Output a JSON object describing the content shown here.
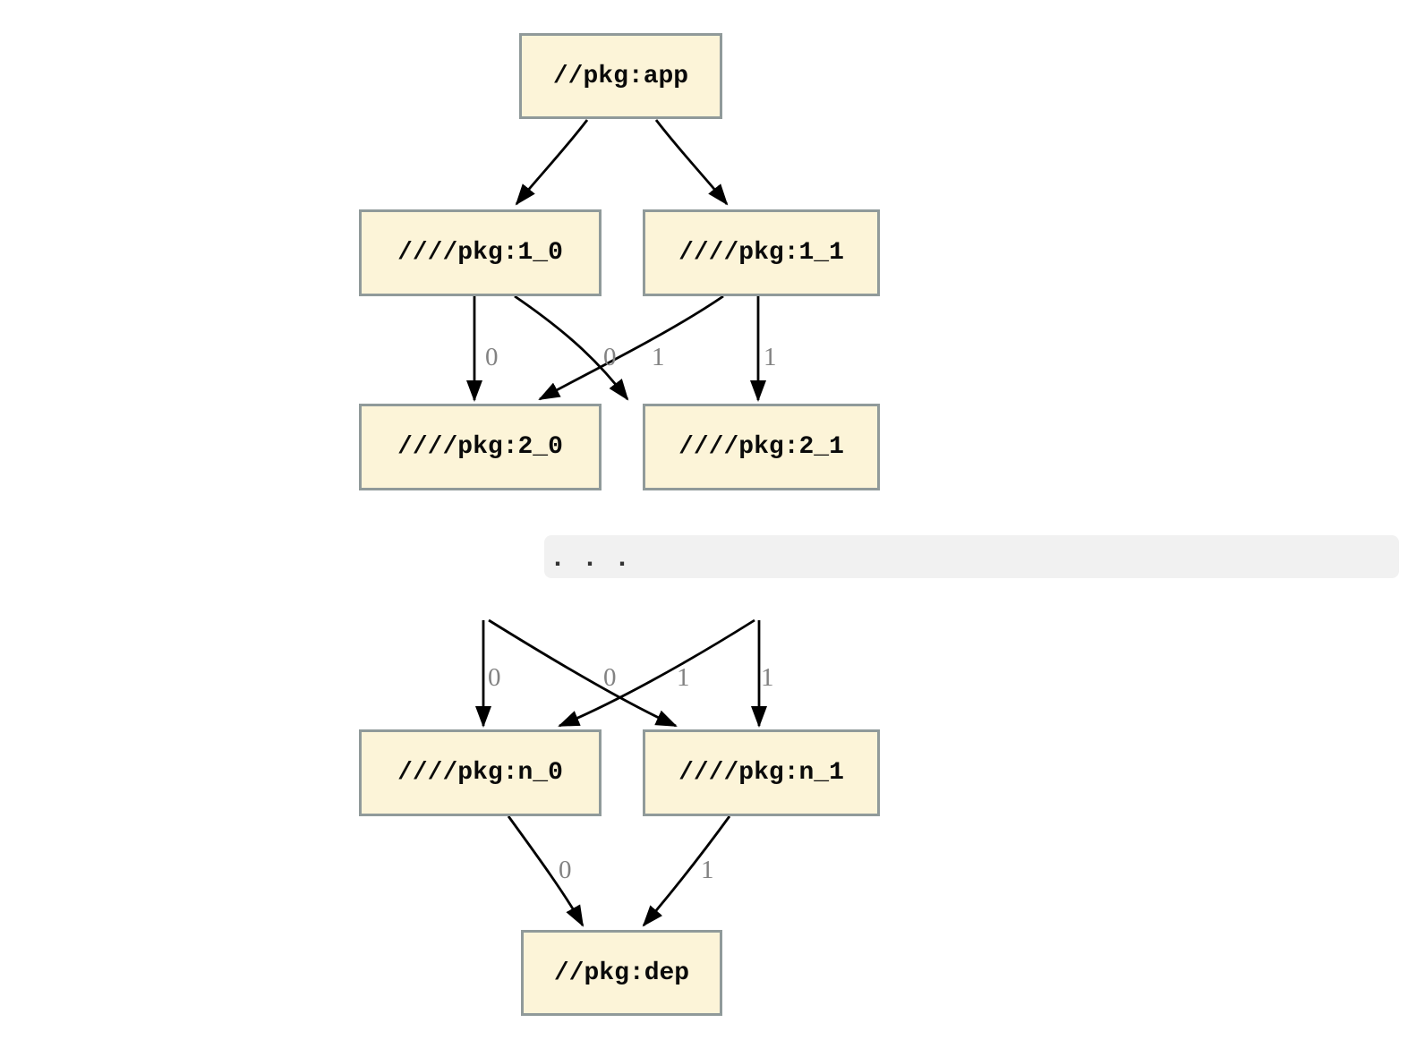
{
  "diagram": {
    "type": "dependency-graph",
    "colors": {
      "background": "#FFFFFF",
      "node_fill": "#FCF4D8",
      "node_border": "#909A9A",
      "edge": "#000000",
      "edge_label": "#828282",
      "separator_bg": "#F1F1F1"
    },
    "nodes": [
      {
        "id": "app",
        "label": "//pkg:app"
      },
      {
        "id": "1_0",
        "label": "////pkg:1_0"
      },
      {
        "id": "1_1",
        "label": "////pkg:1_1"
      },
      {
        "id": "2_0",
        "label": "////pkg:2_0"
      },
      {
        "id": "2_1",
        "label": "////pkg:2_1"
      },
      {
        "id": "n_0",
        "label": "////pkg:n_0"
      },
      {
        "id": "n_1",
        "label": "////pkg:n_1"
      },
      {
        "id": "dep",
        "label": "//pkg:dep"
      }
    ],
    "separator": {
      "label": ". . ."
    },
    "edges": [
      {
        "from": "app",
        "to": "1_0",
        "label": ""
      },
      {
        "from": "app",
        "to": "1_1",
        "label": ""
      },
      {
        "from": "1_0",
        "to": "2_0",
        "label": "0"
      },
      {
        "from": "1_0",
        "to": "2_1",
        "label": "1"
      },
      {
        "from": "1_1",
        "to": "2_0",
        "label": "0"
      },
      {
        "from": "1_1",
        "to": "2_1",
        "label": "1"
      },
      {
        "from": "...",
        "to": "n_0",
        "label": "0"
      },
      {
        "from": "...",
        "to": "n_1",
        "label": "1"
      },
      {
        "from": "...",
        "to": "n_0",
        "label": "0"
      },
      {
        "from": "...",
        "to": "n_1",
        "label": "1"
      },
      {
        "from": "n_0",
        "to": "dep",
        "label": "0"
      },
      {
        "from": "n_1",
        "to": "dep",
        "label": "1"
      }
    ],
    "edge_labels": {
      "row2_to_row3": [
        "0",
        "0",
        "1",
        "1"
      ],
      "dots_to_rowN": [
        "0",
        "0",
        "1",
        "1"
      ],
      "rowN_to_dep": [
        "0",
        "1"
      ]
    }
  }
}
